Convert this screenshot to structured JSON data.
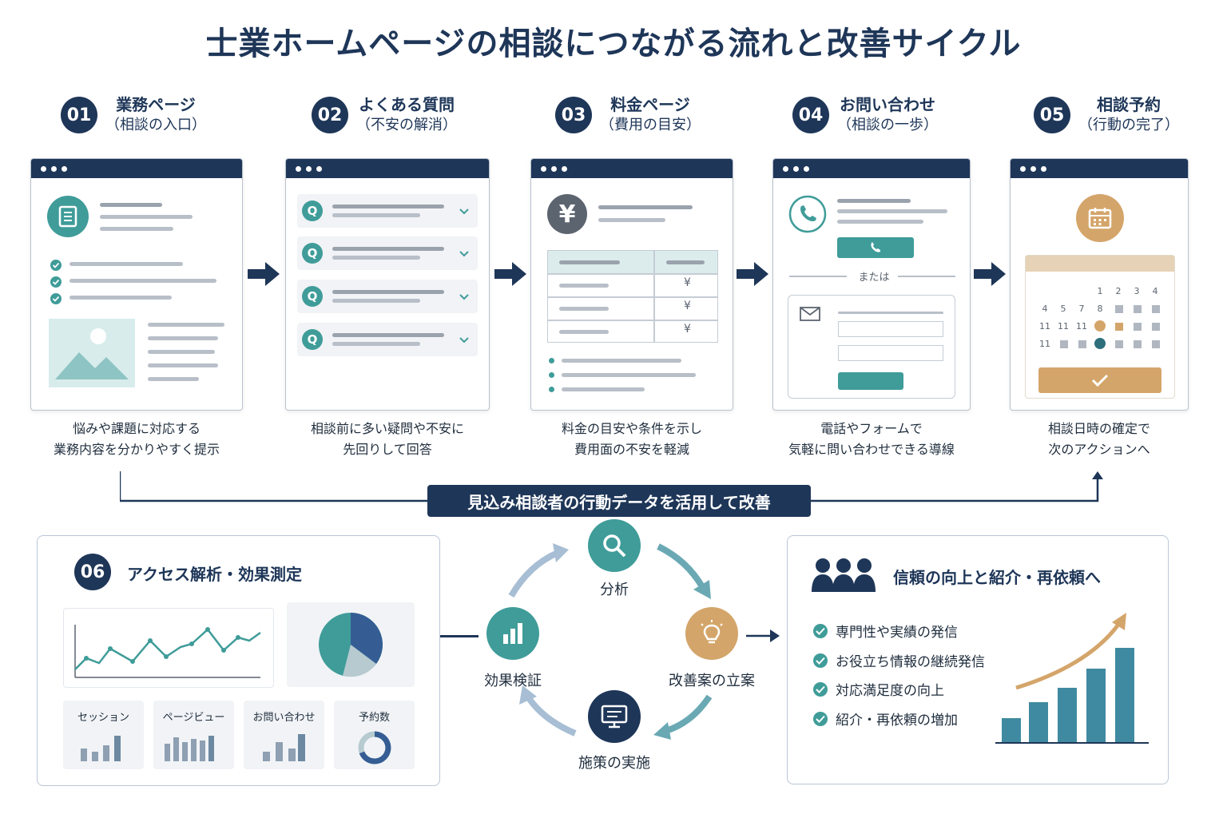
{
  "title": "士業ホームページの相談につながる流れと改善サイクル",
  "steps": [
    {
      "num": "01",
      "title": "業務ページ",
      "sub": "（相談の入口）",
      "desc1": "悩みや課題に対応する",
      "desc2": "業務内容を分かりやすく提示"
    },
    {
      "num": "02",
      "title": "よくある質問",
      "sub": "（不安の解消）",
      "desc1": "相談前に多い疑問や不安に",
      "desc2": "先回りして回答"
    },
    {
      "num": "03",
      "title": "料金ページ",
      "sub": "（費用の目安）",
      "desc1": "料金の目安や条件を示し",
      "desc2": "費用面の不安を軽減"
    },
    {
      "num": "04",
      "title": "お問い合わせ",
      "sub": "（相談の一歩）",
      "desc1": "電話やフォームで",
      "desc2": "気軽に問い合わせできる導線"
    },
    {
      "num": "05",
      "title": "相談予約",
      "sub": "（行動の完了）",
      "desc1": "相談日時の確定で",
      "desc2": "次のアクションへ"
    }
  ],
  "faq_q": "Q",
  "yen": "¥",
  "contact_or": "または",
  "calendar_numbers": [
    "1",
    "2",
    "3",
    "4",
    "4",
    "5",
    "7",
    "8",
    "11",
    "11",
    "11",
    "11"
  ],
  "banner": "見込み相談者の行動データを活用して改善",
  "analytics": {
    "num": "06",
    "title": "アクセス解析・効果測定",
    "cards": [
      "セッション",
      "ページビュー",
      "お問い合わせ",
      "予約数"
    ]
  },
  "cycle": {
    "analyze": "分析",
    "plan": "改善案の立案",
    "implement": "施策の実施",
    "verify": "効果検証"
  },
  "trust": {
    "title": "信頼の向上と紹介・再依頼へ",
    "items": [
      "専門性や実績の発信",
      "お役立ち情報の継続発信",
      "対応満足度の向上",
      "紹介・再依頼の増加"
    ]
  },
  "colors": {
    "navy": "#1e3658",
    "teal": "#3f9c99",
    "gold": "#d4a56a"
  }
}
